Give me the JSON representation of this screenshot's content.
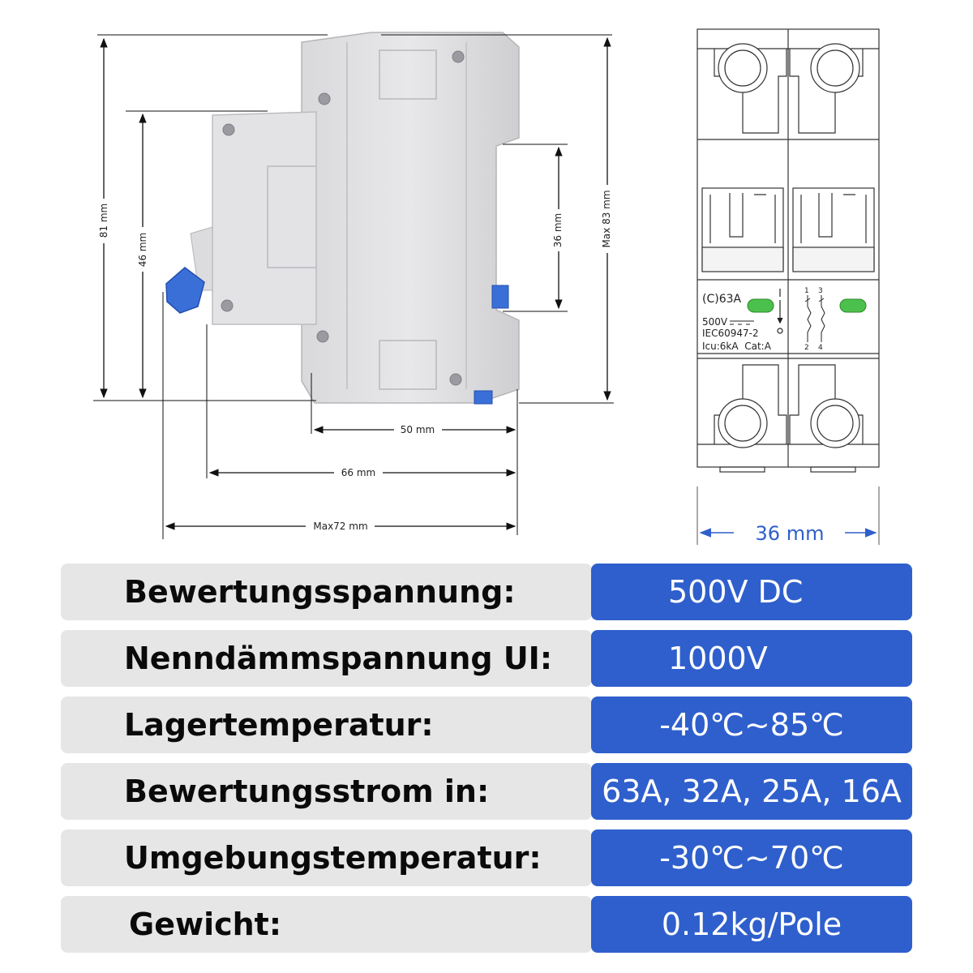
{
  "dimensions": {
    "height_81": "81 mm",
    "height_46": "46 mm",
    "rail_36": "36 mm",
    "max_height_83": "Max 83 mm",
    "depth_50": "50 mm",
    "depth_66": "66 mm",
    "depth_max72": "Max72 mm",
    "width_36": "36 mm"
  },
  "front_label": {
    "rating": "(C)63A",
    "voltage": "500V",
    "standard": "IEC60947-2",
    "capacity": "Icu:6kA  Cat:A",
    "terminals_top": [
      "1",
      "3"
    ],
    "terminals_bottom": [
      "2",
      "4"
    ]
  },
  "colors": {
    "accent_blue": "#2f5fcc",
    "label_grey": "#e6e6e6",
    "handle_blue": "#3a6fd8",
    "indicator_green": "#4cc04c"
  },
  "specs": [
    {
      "label": "Bewertungsspannung:",
      "value": "500V DC"
    },
    {
      "label": "Nenndämmspannung UI:",
      "value": "1000V"
    },
    {
      "label": "Lagertemperatur:",
      "value": "-40℃~85℃"
    },
    {
      "label": "Bewertungsstrom in:",
      "value": "63A, 32A, 25A, 16A"
    },
    {
      "label": "Umgebungstemperatur:",
      "value": "-30℃~70℃"
    },
    {
      "label": "Gewicht:",
      "value": "0.12kg/Pole"
    }
  ]
}
